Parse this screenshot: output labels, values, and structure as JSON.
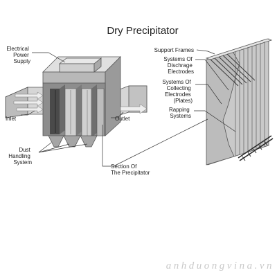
{
  "title": "Dry Precipitator",
  "labels": {
    "power_supply": [
      "Electrical",
      "Power",
      "Supply"
    ],
    "inlet": "Inlet",
    "outlet": "Outlet",
    "dust": [
      "Dust",
      "Handling",
      "System"
    ],
    "section": [
      "Section Of",
      "The Precipitator"
    ],
    "support_frames": "Support Frames",
    "discharge": [
      "Systems Of",
      "Dischrage",
      "Electrodes"
    ],
    "collecting": [
      "Systems Of",
      "Collecting",
      "Electrodes",
      "(Plates)"
    ],
    "rapping": [
      "Rapping",
      "Systems"
    ]
  },
  "watermark": "anhduongvina.vn",
  "colors": {
    "housing_light": "#dcdcdc",
    "housing_mid": "#b4b4b4",
    "housing_dark": "#7e7e7e",
    "plate_dark": "#4a4a4a",
    "panel_light": "#c9c9c9"
  }
}
